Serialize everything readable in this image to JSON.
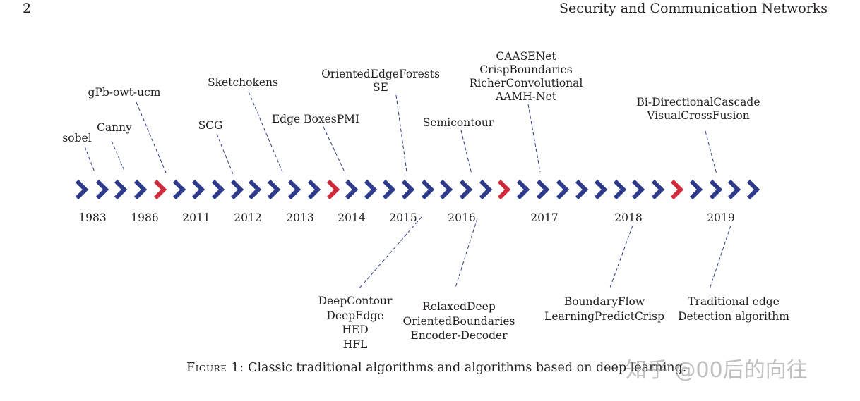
{
  "header": {
    "page_number": "2",
    "journal": "Security and Communication Networks"
  },
  "colors": {
    "arrow": "#2e3a8c",
    "highlight": "#d02b3a",
    "leader": "#2e3a8c"
  },
  "years": [
    "1983",
    "1986",
    "2011",
    "2012",
    "2013",
    "2014",
    "2015",
    "2016",
    "2017",
    "2018",
    "2019"
  ],
  "top_labels": [
    {
      "lines": [
        "sobel"
      ]
    },
    {
      "lines": [
        "Canny"
      ]
    },
    {
      "lines": [
        "gPb-owt-ucm"
      ]
    },
    {
      "lines": [
        "SCG"
      ]
    },
    {
      "lines": [
        "Sketchokens"
      ]
    },
    {
      "lines": [
        "Edge BoxesPMI"
      ]
    },
    {
      "lines": [
        "OrientedEdgeForests",
        "SE"
      ]
    },
    {
      "lines": [
        "Semicontour"
      ]
    },
    {
      "lines": [
        "CAASENet",
        "CrispBoundaries",
        "RicherConvolutional",
        "AAMH-Net"
      ]
    },
    {
      "lines": [
        "Bi-DirectionalCascade",
        "VisualCrossFusion"
      ]
    }
  ],
  "bottom_labels": [
    {
      "lines": [
        "DeepContour",
        "DeepEdge",
        "HED",
        "HFL"
      ]
    },
    {
      "lines": [
        "RelaxedDeep",
        "OrientedBoundaries",
        "Encoder-Decoder"
      ]
    },
    {
      "lines": [
        "BoundaryFlow",
        "LearningPredictCrisp"
      ]
    },
    {
      "lines": [
        "Traditional edge",
        "Detection algorithm"
      ]
    }
  ],
  "caption": {
    "prefix": "Figure 1:",
    "text": "Classic traditional algorithms and algorithms based on deep learning."
  },
  "watermark": "知乎 @00后的向往"
}
